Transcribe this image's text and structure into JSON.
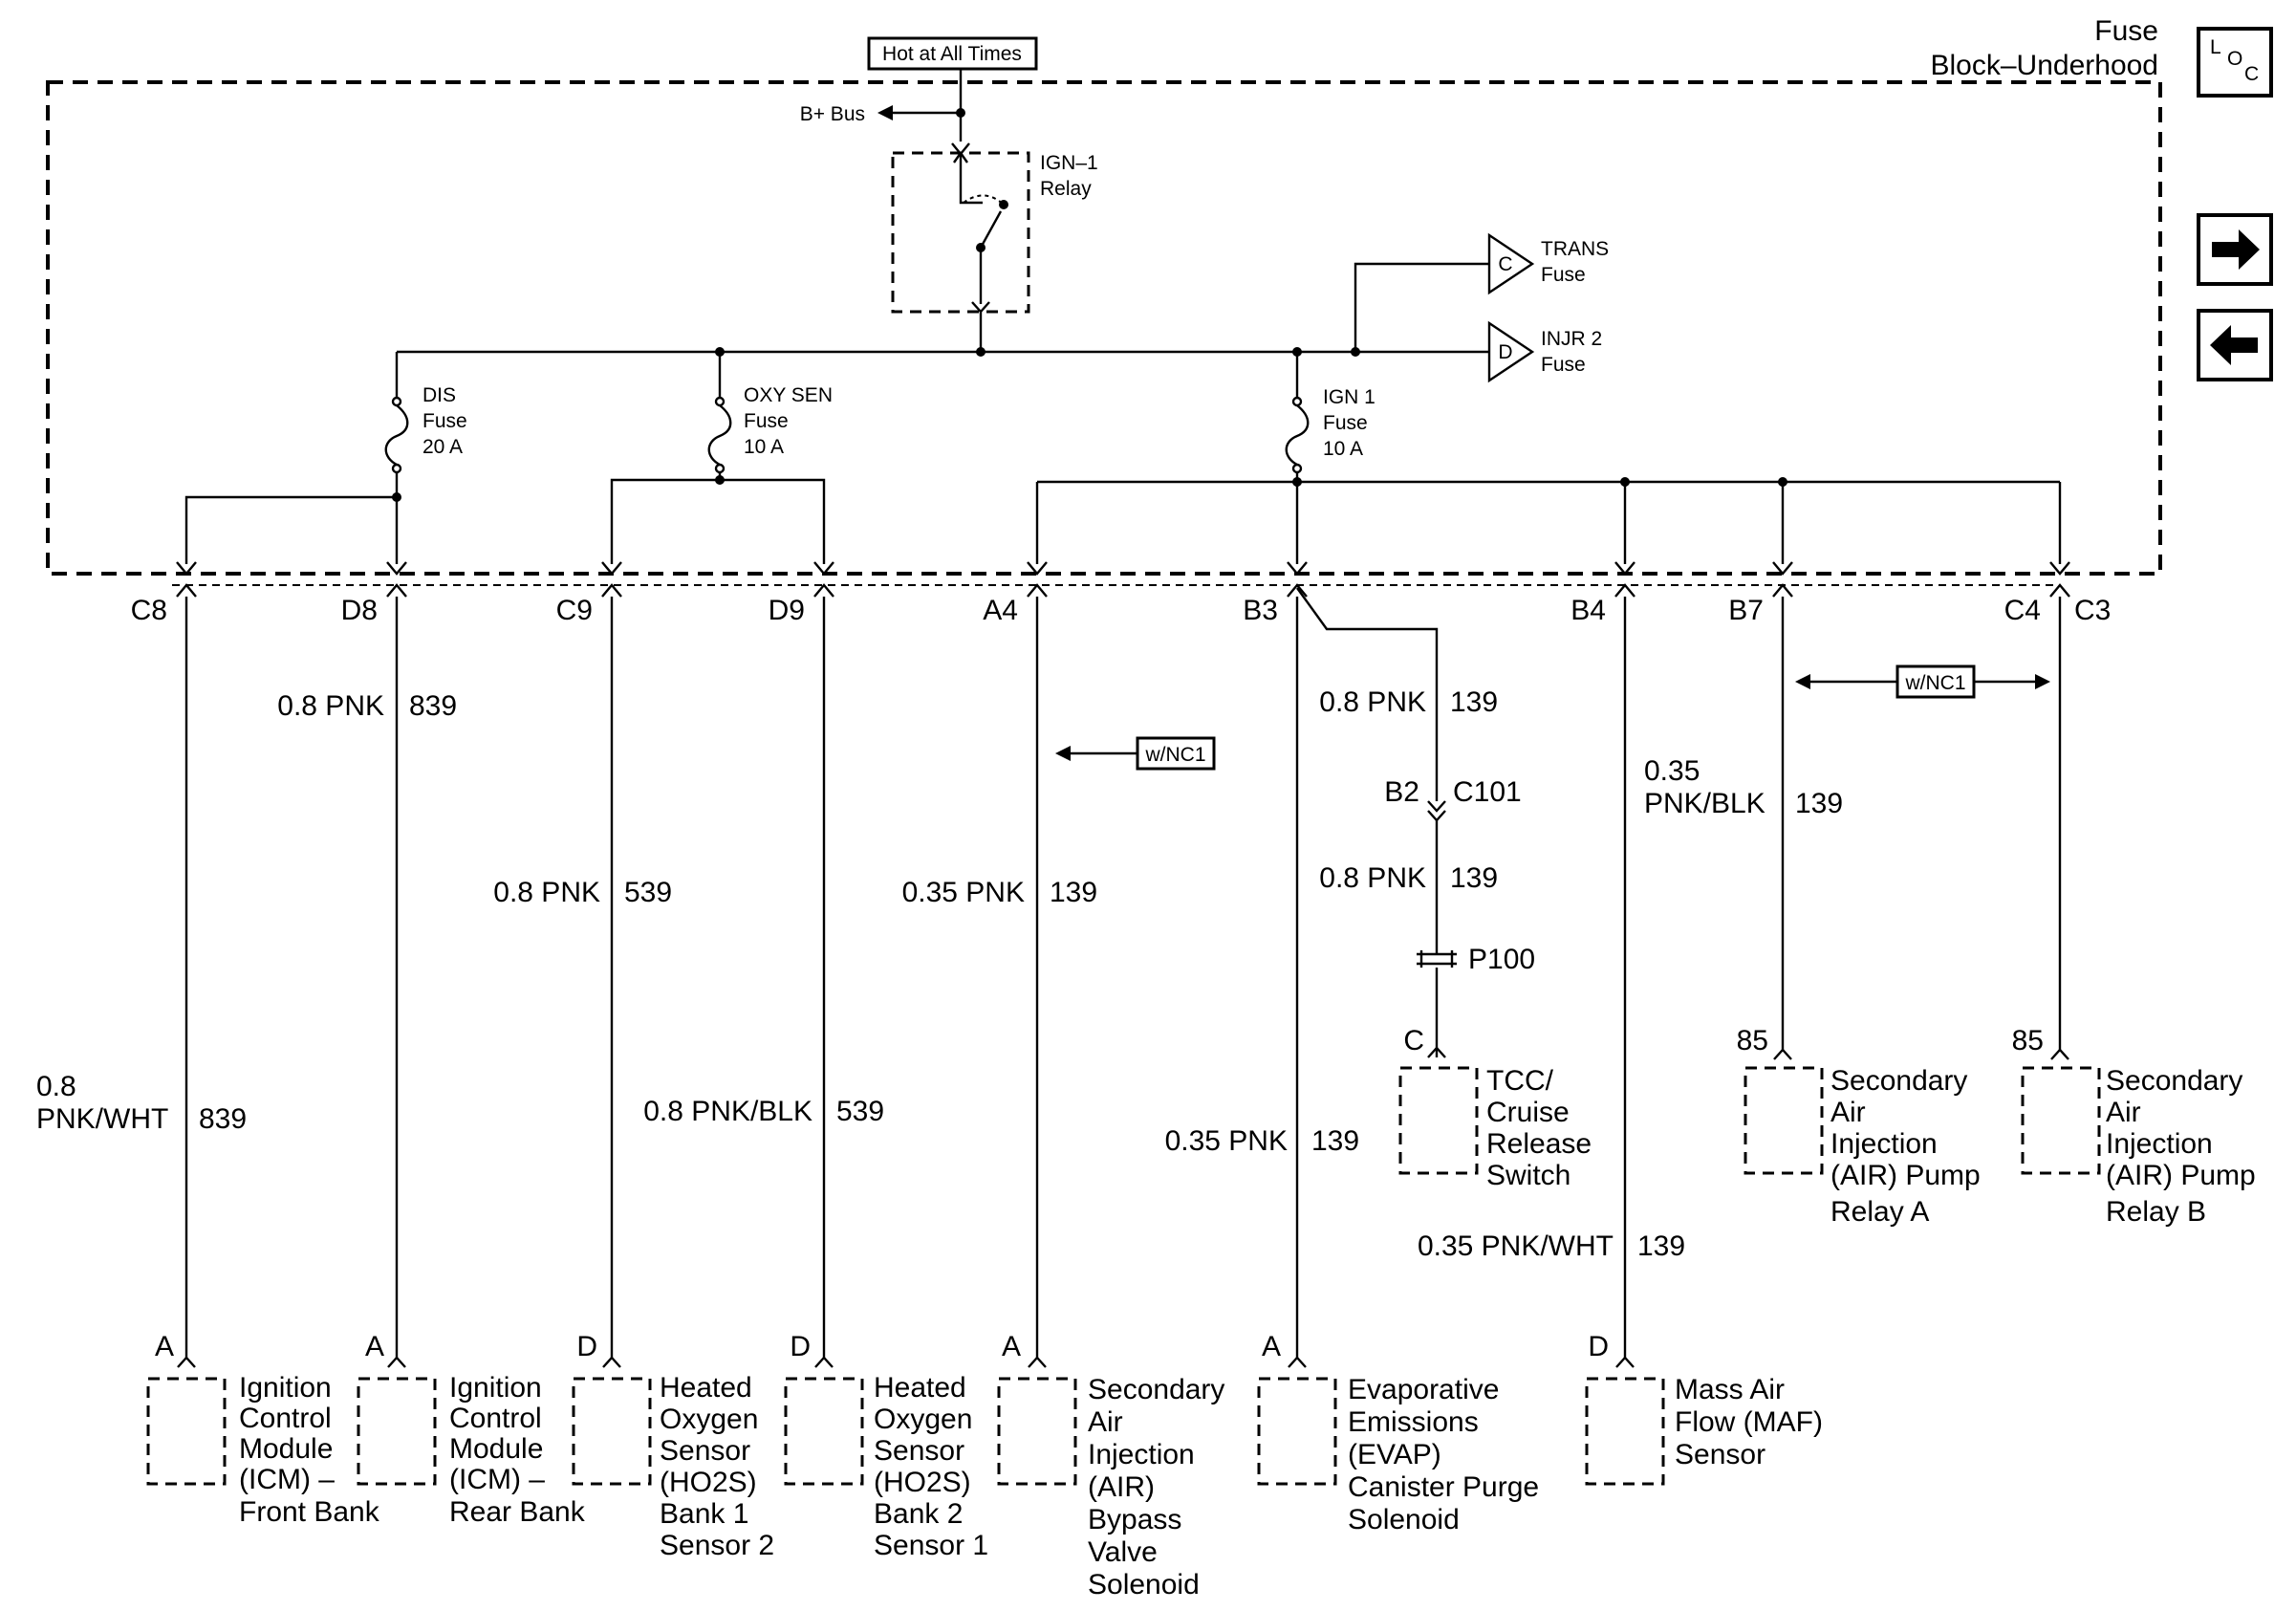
{
  "header": {
    "block_title_line1": "Fuse",
    "block_title_line2": "Block–Underhood",
    "hot_label": "Hot at All Times",
    "bplus_label": "B+ Bus",
    "relay_line1": "IGN–1",
    "relay_line2": "Relay"
  },
  "nav": {
    "loc_l": "L",
    "loc_o": "O",
    "loc_c": "C",
    "next_icon": "arrow-right-icon",
    "prev_icon": "arrow-left-icon"
  },
  "fuses": {
    "dis": {
      "line1": "DIS",
      "line2": "Fuse",
      "line3": "20 A"
    },
    "oxy": {
      "line1": "OXY SEN",
      "line2": "Fuse",
      "line3": "10 A"
    },
    "ign": {
      "line1": "IGN 1",
      "line2": "Fuse",
      "line3": "10 A"
    },
    "trans": {
      "letter": "C",
      "line1": "TRANS",
      "line2": "Fuse"
    },
    "injr": {
      "letter": "D",
      "line1": "INJR 2",
      "line2": "Fuse"
    }
  },
  "connectors": {
    "c8": "C8",
    "d8": "D8",
    "c9": "C9",
    "d9": "D9",
    "a4": "A4",
    "b3": "B3",
    "b4": "B4",
    "b7": "B7",
    "c4": "C4",
    "c3": "C3"
  },
  "options": {
    "wnc1_a4": "w/NC1",
    "wnc1_relays": "w/NC1"
  },
  "wires": {
    "d8": {
      "color": "0.8 PNK",
      "circuit": "839"
    },
    "c8": {
      "color_line1": "0.8",
      "color_line2": "PNK/WHT",
      "circuit": "839"
    },
    "c9": {
      "color": "0.8 PNK",
      "circuit": "539"
    },
    "d9": {
      "color": "0.8 PNK/BLK",
      "circuit": "539"
    },
    "a4": {
      "color": "0.35 PNK",
      "circuit": "139"
    },
    "b3_upper": {
      "color": "0.8 PNK",
      "circuit": "139"
    },
    "b3_mid": {
      "color": "0.8 PNK",
      "circuit": "139"
    },
    "b3_lower": {
      "color": "0.35 PNK",
      "circuit": "139"
    },
    "b4_upper": {
      "color_line1": "0.35",
      "color_line2": "PNK/BLK",
      "circuit": "139"
    },
    "b4_lower": {
      "color": "0.35 PNK/WHT",
      "circuit": "139"
    }
  },
  "splices": {
    "c101_pin": "B2",
    "c101": "C101",
    "p100": "P100"
  },
  "components": {
    "icm_front": {
      "pin": "A",
      "lines": [
        "Ignition",
        "Control",
        "Module",
        "(ICM) –",
        "Front Bank"
      ]
    },
    "icm_rear": {
      "pin": "A",
      "lines": [
        "Ignition",
        "Control",
        "Module",
        "(ICM) –",
        "Rear Bank"
      ]
    },
    "ho2s_b1s2": {
      "pin": "D",
      "lines": [
        "Heated",
        "Oxygen",
        "Sensor",
        "(HO2S)",
        "Bank 1",
        "Sensor 2"
      ]
    },
    "ho2s_b2s1": {
      "pin": "D",
      "lines": [
        "Heated",
        "Oxygen",
        "Sensor",
        "(HO2S)",
        "Bank 2",
        "Sensor 1"
      ]
    },
    "air_bypass": {
      "pin": "A",
      "lines": [
        "Secondary",
        "Air",
        "Injection",
        "(AIR)",
        "Bypass",
        "Valve",
        "Solenoid"
      ]
    },
    "evap": {
      "pin": "A",
      "lines": [
        "Evaporative",
        "Emissions",
        "(EVAP)",
        "Canister Purge",
        "Solenoid"
      ]
    },
    "maf": {
      "pin": "D",
      "lines": [
        "Mass Air",
        "Flow (MAF)",
        "Sensor"
      ]
    },
    "tcc": {
      "pin": "C",
      "lines": [
        "TCC/",
        "Cruise",
        "Release",
        "Switch"
      ]
    },
    "air_relay_a": {
      "pin": "85",
      "lines": [
        "Secondary",
        "Air",
        "Injection",
        "(AIR) Pump",
        "Relay A"
      ]
    },
    "air_relay_b": {
      "pin": "85",
      "lines": [
        "Secondary",
        "Air",
        "Injection",
        "(AIR) Pump",
        "Relay B"
      ]
    }
  }
}
